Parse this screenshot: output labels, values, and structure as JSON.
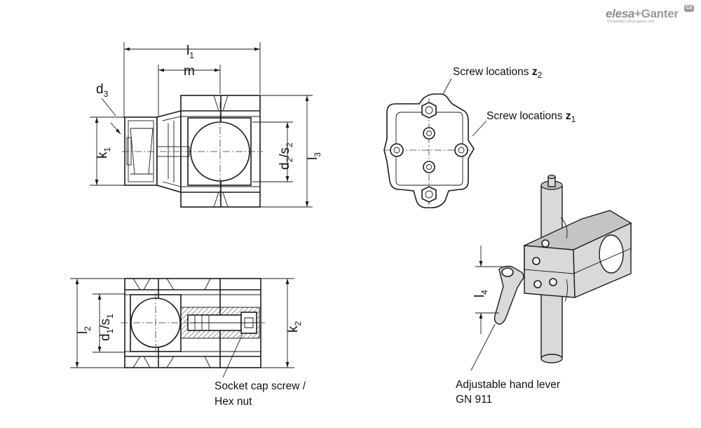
{
  "logo": {
    "brand_a": "elesa",
    "brand_b": "+Ganter",
    "copyright": "©Copyright | elesa-ganter.com",
    "badge": "CS"
  },
  "dimensions": {
    "l1": {
      "main": "l",
      "sub": "1"
    },
    "m": {
      "main": "m"
    },
    "d3": {
      "main": "d",
      "sub": "3"
    },
    "k1": {
      "main": "k",
      "sub": "1"
    },
    "d2s2": {
      "main1": "d",
      "sub1": "2",
      "slash": "/s",
      "sub2": "2"
    },
    "l3": {
      "main": "l",
      "sub": "3"
    },
    "l2": {
      "main": "l",
      "sub": "2"
    },
    "d1s1": {
      "main1": "d",
      "sub1": "1",
      "slash": "/s",
      "sub2": "1"
    },
    "k2": {
      "main": "k",
      "sub": "2"
    },
    "l4": {
      "main": "l",
      "sub": "4"
    }
  },
  "labels": {
    "screw_z2": {
      "text": "Screw locations ",
      "bold": "z",
      "sub": "2"
    },
    "screw_z1": {
      "text": "Screw locations ",
      "bold": "z",
      "sub": "1"
    },
    "socket_line1": "Socket cap screw /",
    "socket_line2": "Hex nut",
    "lever_line1": "Adjustable hand lever",
    "lever_line2": "GN 911"
  }
}
